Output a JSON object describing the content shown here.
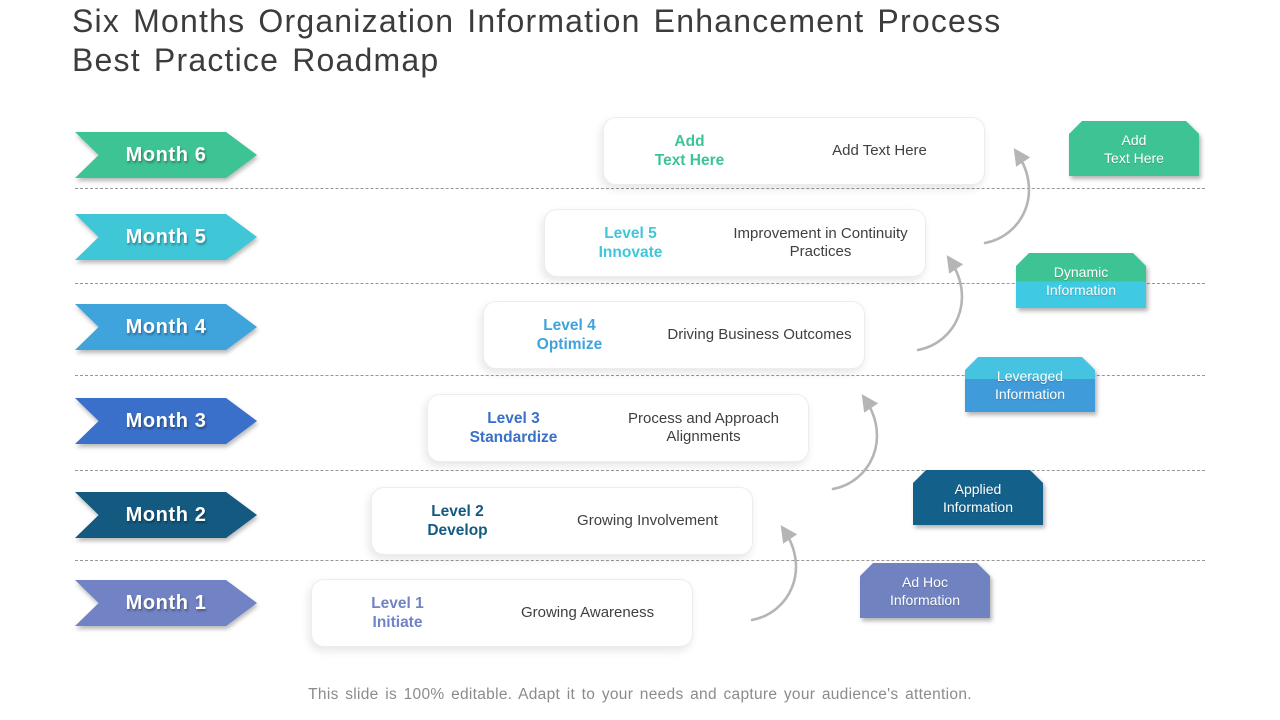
{
  "title": {
    "line1": "Six Months Organization Information Enhancement Process",
    "line2": "Best Practice Roadmap"
  },
  "rows": [
    {
      "month": "Month 6",
      "level_line1": "Add",
      "level_line2": "Text Here",
      "desc": "Add Text Here",
      "color": "#3EC494"
    },
    {
      "month": "Month 5",
      "level_line1": "Level 5",
      "level_line2": "Innovate",
      "desc": "Improvement in Continuity Practices",
      "color": "#3FC7D8"
    },
    {
      "month": "Month 4",
      "level_line1": "Level 4",
      "level_line2": "Optimize",
      "desc": "Driving Business Outcomes",
      "color": "#3FA3DC"
    },
    {
      "month": "Month 3",
      "level_line1": "Level 3",
      "level_line2": "Standardize",
      "desc": "Process and Approach Alignments",
      "color": "#3A70C9"
    },
    {
      "month": "Month 2",
      "level_line1": "Level 2",
      "level_line2": "Develop",
      "desc": "Growing Involvement",
      "color": "#145A80"
    },
    {
      "month": "Month 1",
      "level_line1": "Level 1",
      "level_line2": "Initiate",
      "desc": "Growing Awareness",
      "color": "#7183C4"
    }
  ],
  "tags": [
    {
      "line1": "Add",
      "line2": "Text Here",
      "top": "#3EC494",
      "bottom": "#3EC494"
    },
    {
      "line1": "Dynamic",
      "line2": "Information",
      "top": "#3EC494",
      "bottom": "#3FC9E2"
    },
    {
      "line1": "Leveraged",
      "line2": "Information",
      "top": "#46C3E0",
      "bottom": "#3F9BD9"
    },
    {
      "line1": "Applied",
      "line2": "Information",
      "top": "#13608A",
      "bottom": "#13608A"
    },
    {
      "line1": "Ad Hoc",
      "line2": "Information",
      "top": "#7082C0",
      "bottom": "#7082C0"
    }
  ],
  "arrow_color": "#b5b5b5",
  "footer": "This slide is 100% editable. Adapt it to your needs and capture your audience's attention."
}
